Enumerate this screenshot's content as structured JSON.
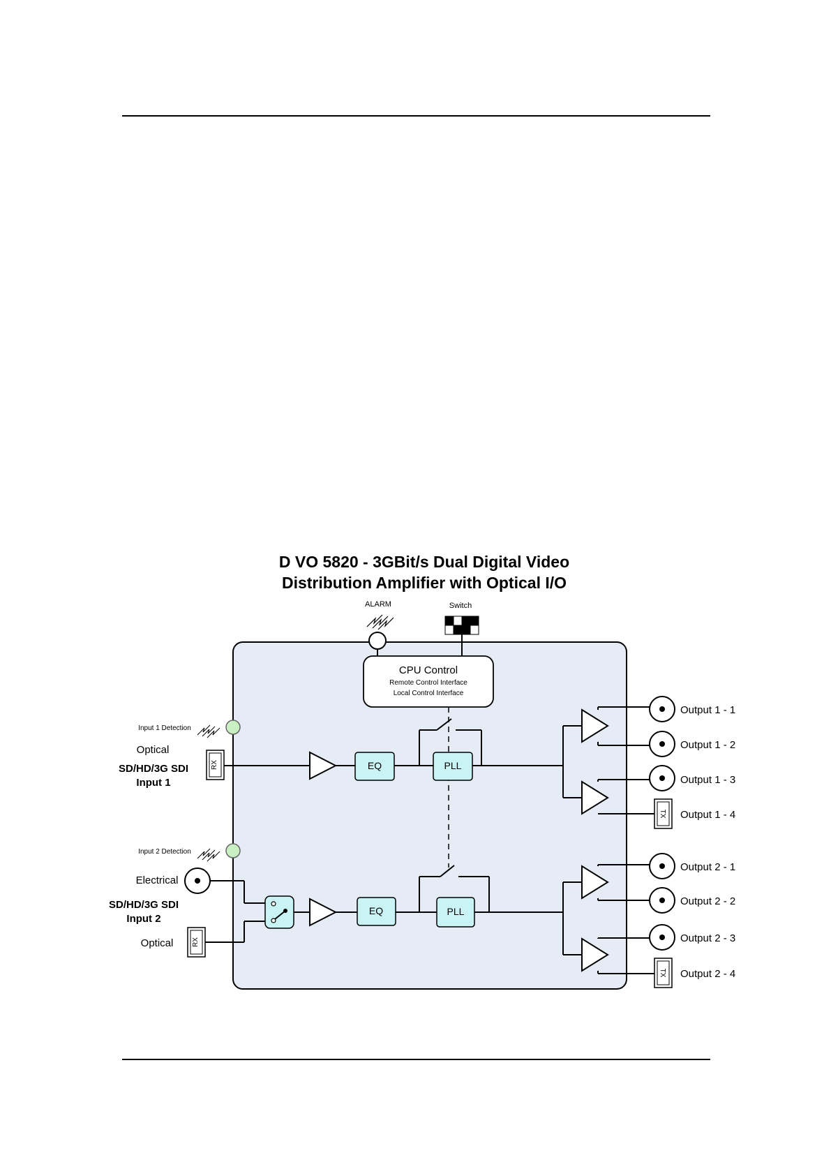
{
  "diagram": {
    "title_line1": "D VO 5820 - 3GBit/s Dual Digital Video",
    "title_line2": "Distribution Amplifier with Optical I/O",
    "alarm_label": "ALARM",
    "switch_label": "Switch",
    "cpu": {
      "title": "CPU Control",
      "line1": "Remote Control Interface",
      "line2": "Local Control Interface"
    },
    "input1": {
      "detection": "Input 1 Detection",
      "type": "Optical",
      "format": "SD/HD/3G SDI",
      "name": "Input 1",
      "rx": "RX"
    },
    "input2": {
      "detection": "Input 2 Detection",
      "type_electrical": "Electrical",
      "format": "SD/HD/3G SDI",
      "name": "Input 2",
      "type_optical": "Optical",
      "rx": "RX"
    },
    "blocks": {
      "eq": "EQ",
      "pll": "PLL",
      "tx": "TX"
    },
    "outputs1": [
      "Output 1 - 1",
      "Output 1 - 2",
      "Output 1 - 3",
      "Output 1 - 4"
    ],
    "outputs2": [
      "Output 2 - 1",
      "Output 2 - 2",
      "Output 2 - 3",
      "Output 2 - 4"
    ],
    "colors": {
      "board_fill": "#e6ecf6",
      "block_fill": "#c9f3f5",
      "led_fill": "#c9f0c2"
    }
  }
}
